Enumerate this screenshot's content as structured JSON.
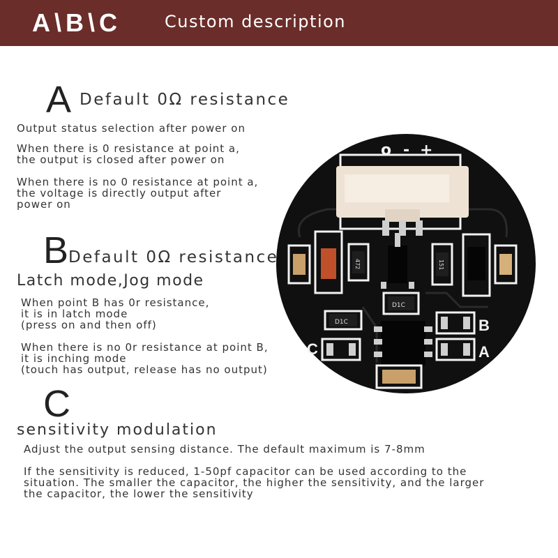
{
  "banner": {
    "letters": "A\\B\\C",
    "title": "Custom description"
  },
  "sectionA": {
    "letter": "A",
    "title": "Default 0Ω resistance",
    "lines": [
      "Output status selection after power on",
      "When there is 0 resistance at point a,\nthe output is closed after power on",
      "When there is no 0 resistance at point a,\nthe voltage is directly output after\npower on"
    ]
  },
  "sectionB": {
    "letter": "B",
    "title": "Default 0Ω resistance",
    "subtitle": "Latch mode,Jog mode",
    "lines": [
      "When point B has 0r resistance,\nit is in latch mode\n(press on and then off)",
      "When there is no 0r resistance at point B,\nit is inching mode\n(touch has output, release has no output)"
    ]
  },
  "sectionC": {
    "letter": "C",
    "title": "sensitivity modulation",
    "lines": [
      "Adjust the output sensing distance. The default maximum is 7-8mm",
      "If the sensitivity is reduced, 1-50pf capacitor can be used according to the\nsituation. The smaller the capacitor, the higher the sensitivity, and the larger\nthe capacitor, the lower the sensitivity"
    ]
  },
  "board": {
    "pin_labels": [
      "o",
      "-",
      "+"
    ],
    "pad_labels": [
      "B",
      "A",
      "C"
    ],
    "component_codes": [
      "472",
      "151",
      "D1C",
      "D1C"
    ],
    "colors": {
      "pcb": "#101010",
      "silk": "#f2f2f2",
      "connector": "#eee2d4",
      "banner": "#6b2d2a"
    }
  }
}
